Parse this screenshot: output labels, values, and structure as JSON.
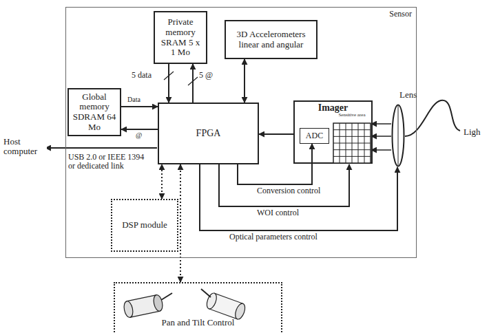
{
  "diagram": {
    "nodes": [
      {
        "text": [
          "Sensor"
        ]
      },
      {
        "text": [
          "Private memory SRAM 5 x 1 Mo"
        ],
        "in": 0
      },
      {
        "text": [
          "3D Accelerometers linear and angular"
        ],
        "in": 0
      },
      {
        "text": [
          "Global memory SDRAM 64 Mo"
        ],
        "in": 0
      },
      {
        "text": [
          "FPGA"
        ],
        "in": 0
      },
      {
        "text": [
          "Imager"
        ],
        "in": 0
      },
      {
        "text": [
          "ADC"
        ],
        "in": 5
      },
      {
        "text": [
          "Sensitive area"
        ],
        "in": 5
      },
      {
        "text": [
          "Lens"
        ],
        "in": 0
      },
      {
        "text": [
          "DSP module"
        ],
        "in": 0
      },
      {
        "text": [
          "Pan and Tilt Control"
        ]
      }
    ],
    "edges": [
      {
        "from": 1,
        "to": 4,
        "label": "5 data",
        "arrow": "to"
      },
      {
        "from": 4,
        "to": 1,
        "label": "5 @",
        "arrow": "to"
      },
      {
        "from": 2,
        "to": 4,
        "arrow": "both"
      },
      {
        "from": 3,
        "to": 4,
        "label": "Data",
        "arrow": "to"
      },
      {
        "from": 4,
        "to": 3,
        "label": "@",
        "arrow": "to"
      },
      {
        "from": 5,
        "to": 4,
        "arrow": "to"
      },
      {
        "from": 4,
        "to": 6,
        "label": "Conversion control",
        "arrow": "to"
      },
      {
        "from": 4,
        "to": 7,
        "label": "WOI control",
        "arrow": "to"
      },
      {
        "from": 4,
        "to": 8,
        "label": "Optical parameters control",
        "arrow": "to"
      },
      {
        "from": 8,
        "to": 7,
        "arrow": "to"
      },
      {
        "from": 9,
        "to": 4,
        "arrow": "both"
      },
      {
        "from": 10,
        "to": 4,
        "arrow": "both"
      }
    ],
    "labels": [
      "Host computer",
      "USB 2.0 or IEEE 1394 or dedicated link",
      "Ligh"
    ]
  }
}
